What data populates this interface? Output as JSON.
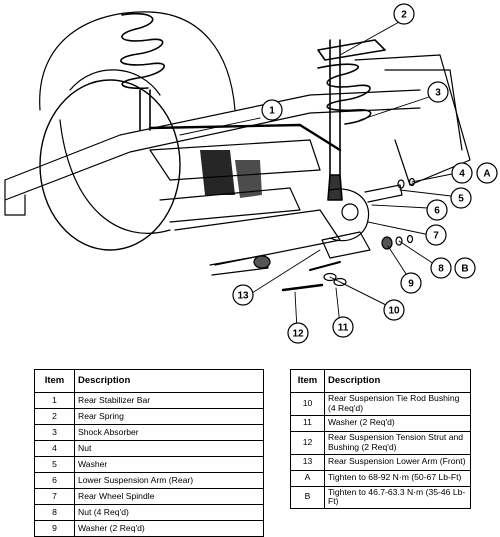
{
  "diagram": {
    "callouts": [
      {
        "label": "1"
      },
      {
        "label": "2"
      },
      {
        "label": "3"
      },
      {
        "label": "4"
      },
      {
        "label": "A"
      },
      {
        "label": "5"
      },
      {
        "label": "6"
      },
      {
        "label": "7"
      },
      {
        "label": "8"
      },
      {
        "label": "B"
      },
      {
        "label": "9"
      },
      {
        "label": "10"
      },
      {
        "label": "11"
      },
      {
        "label": "12"
      },
      {
        "label": "13"
      }
    ]
  },
  "table_headers": {
    "item": "Item",
    "description": "Description"
  },
  "parts_left": [
    {
      "item": "1",
      "description": "Rear Stabilizer Bar"
    },
    {
      "item": "2",
      "description": "Rear Spring"
    },
    {
      "item": "3",
      "description": "Shock Absorber"
    },
    {
      "item": "4",
      "description": "Nut"
    },
    {
      "item": "5",
      "description": "Washer"
    },
    {
      "item": "6",
      "description": "Lower Suspension Arm (Rear)"
    },
    {
      "item": "7",
      "description": "Rear Wheel Spindle"
    },
    {
      "item": "8",
      "description": "Nut (4 Req'd)"
    },
    {
      "item": "9",
      "description": "Washer (2 Req'd)"
    }
  ],
  "parts_right": [
    {
      "item": "10",
      "description": "Rear Suspension Tie Rod Bushing (4 Req'd)"
    },
    {
      "item": "11",
      "description": "Washer (2 Req'd)"
    },
    {
      "item": "12",
      "description": "Rear Suspension Tension Strut and Bushing (2 Req'd)"
    },
    {
      "item": "13",
      "description": "Rear Suspension Lower Arm (Front)"
    },
    {
      "item": "A",
      "description": "Tighten to 68-92 N·m (50-67 Lb-Ft)"
    },
    {
      "item": "B",
      "description": "Tighten to 46.7-63.3 N·m (35-46 Lb-Ft)"
    }
  ]
}
